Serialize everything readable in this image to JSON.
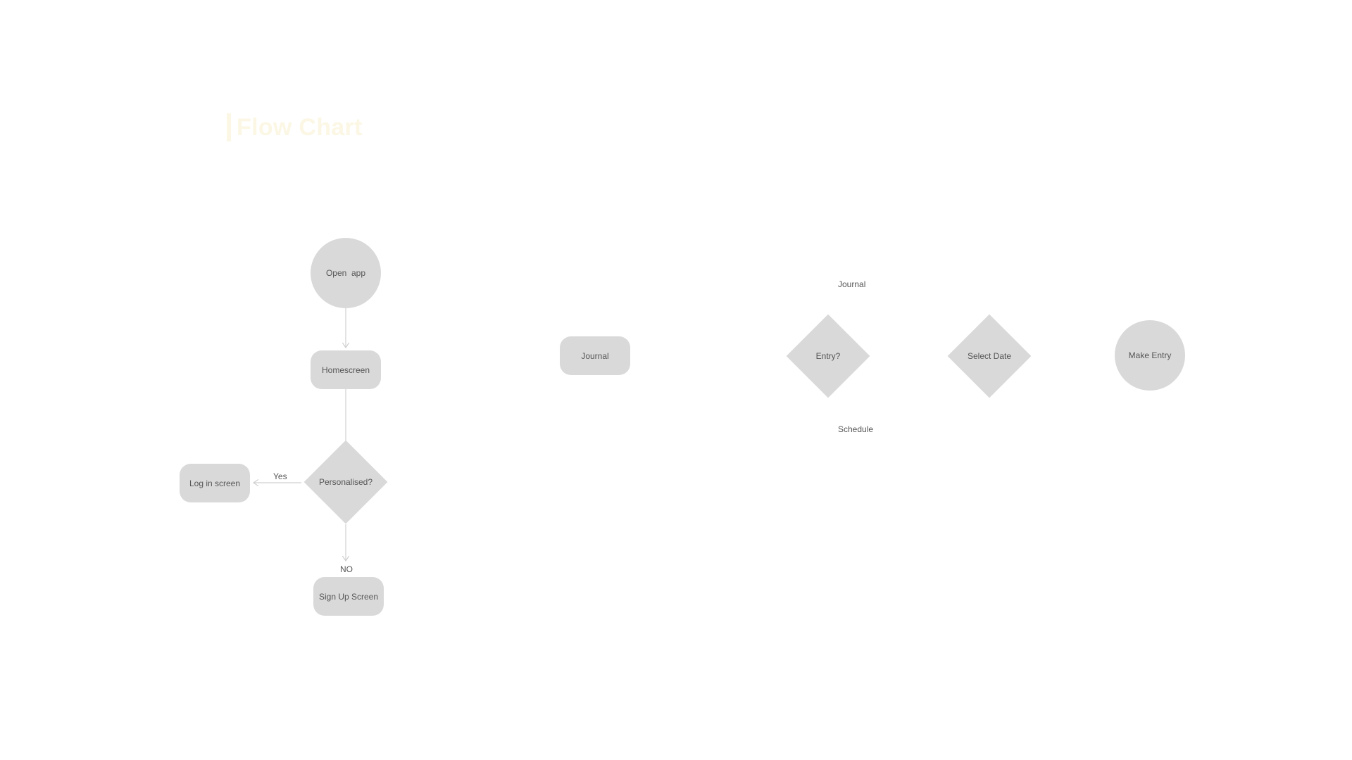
{
  "title": "Flow Chart",
  "colors": {
    "node": "#d9d9d9",
    "line": "#d0d0d0",
    "text": "#555555",
    "title": "#fbf7e4"
  },
  "nodes": {
    "open_app": "Open  app",
    "homescreen": "Homescreen",
    "personalised": "Personalised?",
    "log_in": "Log in screen",
    "sign_up": "Sign Up Screen",
    "journal": "Journal",
    "entry": "Entry?",
    "select_date": "Select Date",
    "make_entry": "Make Entry"
  },
  "edge_labels": {
    "yes": "Yes",
    "no": "NO",
    "journal": "Journal",
    "schedule": "Schedule"
  }
}
